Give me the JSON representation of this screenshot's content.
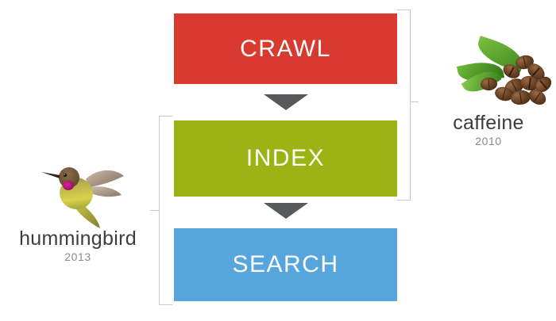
{
  "diagram": {
    "title": "Google search pipeline stages with algorithm update annotations",
    "background_color": "#ffffff",
    "stages": [
      {
        "id": "crawl",
        "label": "CRAWL",
        "color": "#d93a2f"
      },
      {
        "id": "index",
        "label": "INDEX",
        "color": "#9cb314"
      },
      {
        "id": "search",
        "label": "SEARCH",
        "color": "#57a5dd"
      }
    ],
    "arrows": [
      {
        "id": "crawl-to-index",
        "from": "CRAWL",
        "to": "INDEX",
        "direction": "down",
        "color": "#58595b"
      },
      {
        "id": "index-to-search",
        "from": "INDEX",
        "to": "SEARCH",
        "direction": "down",
        "color": "#58595b"
      }
    ],
    "brackets": [
      {
        "id": "caffeine-bracket",
        "spans": [
          "CRAWL",
          "INDEX"
        ],
        "side": "right",
        "color": "#c9c9c9"
      },
      {
        "id": "hummingbird-bracket",
        "spans": [
          "INDEX",
          "SEARCH"
        ],
        "side": "left",
        "color": "#c9c9c9"
      }
    ],
    "annotations": [
      {
        "id": "caffeine",
        "name": "caffeine",
        "year": "2010",
        "icon": "coffee-beans-image",
        "side": "right",
        "name_color": "#3d3d3d",
        "year_color": "#8a8a8a"
      },
      {
        "id": "hummingbird",
        "name": "hummingbird",
        "year": "2013",
        "icon": "hummingbird-image",
        "side": "left",
        "name_color": "#3d3d3d",
        "year_color": "#8a8a8a"
      }
    ]
  }
}
